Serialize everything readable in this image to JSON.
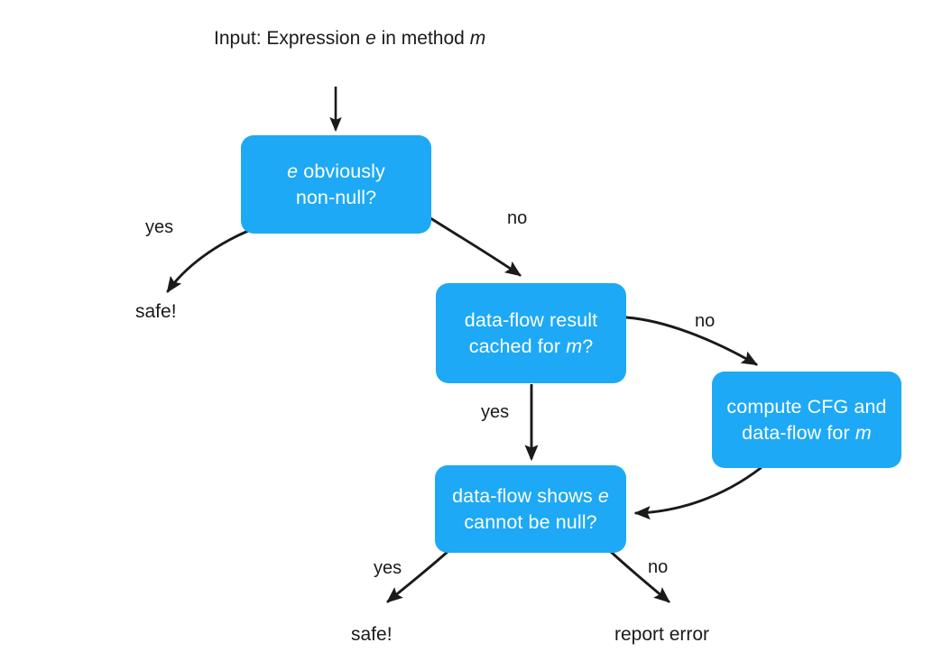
{
  "diagram": {
    "title_caption": {
      "line1_prefix": "Input: Expression ",
      "line1_var": "e",
      "line2_prefix": "in method ",
      "line2_var": "m"
    },
    "colors": {
      "node_fill": "#1da9f5",
      "node_text": "#ffffff",
      "edge_stroke": "#1a1a1a",
      "label_text": "#1a1a1a",
      "background": "#ffffff"
    },
    "nodes": [
      {
        "id": "obvious",
        "kind": "decision",
        "line1_var": "e",
        "line1_rest": " obviously",
        "line2": "non-null?"
      },
      {
        "id": "cached",
        "kind": "decision",
        "line1": "data-flow result",
        "line2_prefix": "cached for ",
        "line2_var": "m",
        "line2_suffix": "?"
      },
      {
        "id": "shows",
        "kind": "decision",
        "line1_prefix": "data-flow shows ",
        "line1_var": "e",
        "line2": "cannot be null?"
      },
      {
        "id": "compute",
        "kind": "process",
        "line1": "compute CFG and",
        "line2_prefix": "data-flow for ",
        "line2_var": "m"
      }
    ],
    "terminals": [
      {
        "id": "safe-1",
        "label": "safe!"
      },
      {
        "id": "safe-2",
        "label": "safe!"
      },
      {
        "id": "report-error",
        "label": "report error"
      }
    ],
    "edges": [
      {
        "id": "input-to-obvious",
        "from": "input",
        "to": "obvious",
        "label": ""
      },
      {
        "id": "obvious-yes",
        "from": "obvious",
        "to": "safe-1",
        "label": "yes"
      },
      {
        "id": "obvious-no",
        "from": "obvious",
        "to": "cached",
        "label": "no"
      },
      {
        "id": "cached-no",
        "from": "cached",
        "to": "compute",
        "label": "no"
      },
      {
        "id": "cached-yes",
        "from": "cached",
        "to": "shows",
        "label": "yes"
      },
      {
        "id": "compute-to-shows",
        "from": "compute",
        "to": "shows",
        "label": ""
      },
      {
        "id": "shows-yes",
        "from": "shows",
        "to": "safe-2",
        "label": "yes"
      },
      {
        "id": "shows-no",
        "from": "shows",
        "to": "report-error",
        "label": "no"
      }
    ]
  }
}
